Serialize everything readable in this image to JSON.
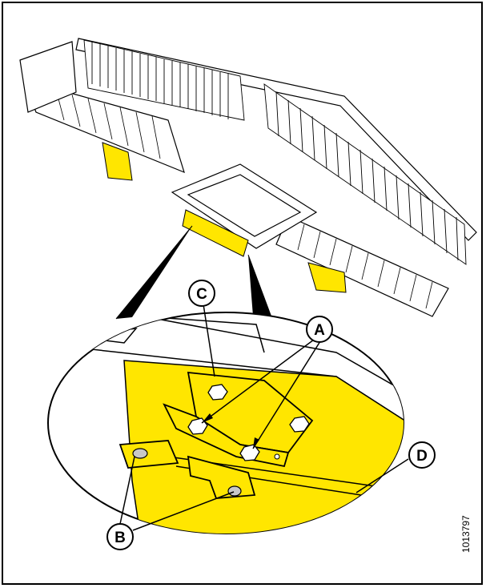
{
  "figure": {
    "id_label": "1013797",
    "colors": {
      "highlight": "#ffe600",
      "line": "#000000",
      "background": "#ffffff"
    }
  },
  "callouts": [
    {
      "letter": "A"
    },
    {
      "letter": "B"
    },
    {
      "letter": "C"
    },
    {
      "letter": "D"
    }
  ]
}
